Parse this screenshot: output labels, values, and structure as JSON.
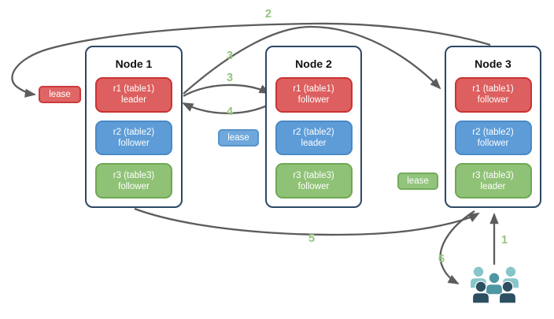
{
  "nodes": [
    {
      "title": "Node 1",
      "replicas": [
        {
          "range": "r1 (table1)",
          "role": "leader",
          "color": "red"
        },
        {
          "range": "r2 (table2)",
          "role": "follower",
          "color": "blue"
        },
        {
          "range": "r3 (table3)",
          "role": "follower",
          "color": "green"
        }
      ]
    },
    {
      "title": "Node 2",
      "replicas": [
        {
          "range": "r1 (table1)",
          "role": "follower",
          "color": "red"
        },
        {
          "range": "r2 (table2)",
          "role": "leader",
          "color": "blue"
        },
        {
          "range": "r3 (table3)",
          "role": "follower",
          "color": "green"
        }
      ]
    },
    {
      "title": "Node 3",
      "replicas": [
        {
          "range": "r1 (table1)",
          "role": "follower",
          "color": "red"
        },
        {
          "range": "r2 (table2)",
          "role": "follower",
          "color": "blue"
        },
        {
          "range": "r3 (table3)",
          "role": "leader",
          "color": "green"
        }
      ]
    }
  ],
  "leases": {
    "red": {
      "label": "lease",
      "color": "#e06666"
    },
    "blue": {
      "label": "lease",
      "color": "#6fa8dc"
    },
    "green": {
      "label": "lease",
      "color": "#93c47d"
    }
  },
  "steps": {
    "s1": "1",
    "s2": "2",
    "s3a": "3",
    "s3b": "3",
    "s4": "4",
    "s5": "5",
    "s6": "6"
  },
  "icons": {
    "users": "users-group-icon"
  },
  "colors": {
    "replica_red": "#dd5f5f",
    "replica_blue": "#5d9cd7",
    "replica_green": "#8fc276",
    "node_border": "#2b4865",
    "arrow": "#5c5c5c",
    "step_label": "#93c47d",
    "users_back": "#88c5cb",
    "users_middle": "#4d96a4",
    "users_front": "#2c4f61"
  }
}
